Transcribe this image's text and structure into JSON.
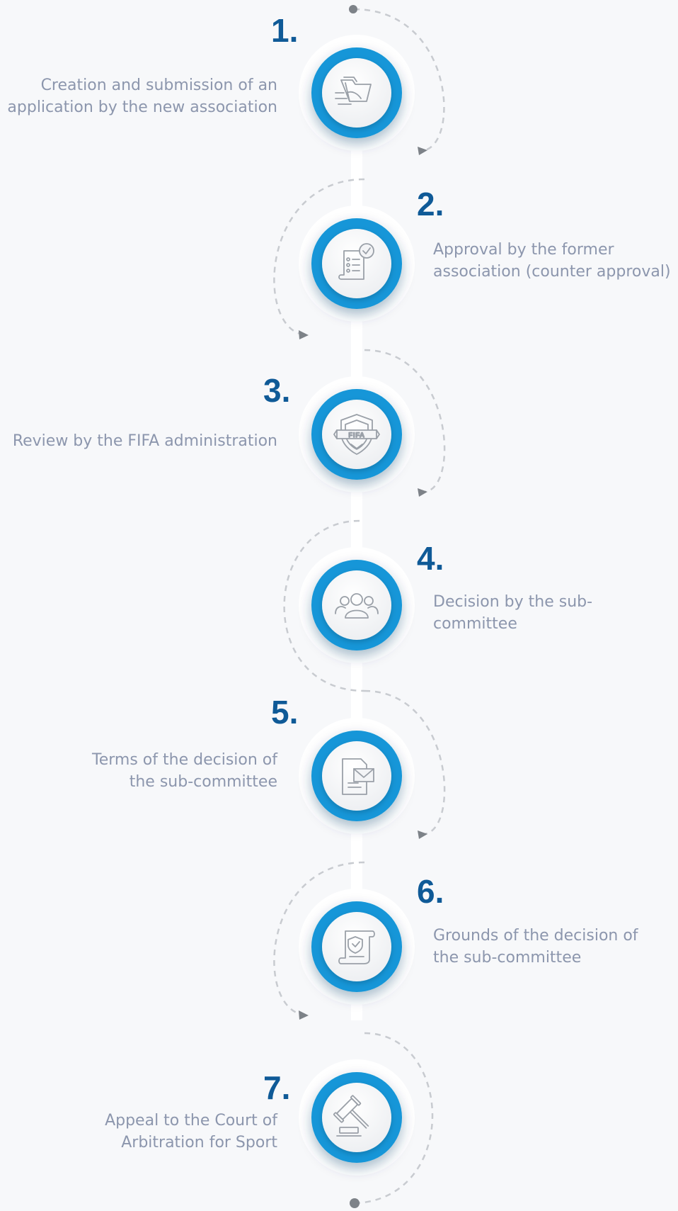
{
  "steps": [
    {
      "number": "1.",
      "text": "Creation and submission of an application by the new association",
      "icon": "documents-hand-icon"
    },
    {
      "number": "2.",
      "text": "Approval by the former association (counter approval)",
      "icon": "checklist-approved-icon"
    },
    {
      "number": "3.",
      "text": "Review by the FIFA administration",
      "icon": "fifa-shield-icon"
    },
    {
      "number": "4.",
      "text": "Decision by the sub-committee",
      "icon": "committee-group-icon"
    },
    {
      "number": "5.",
      "text": "Terms of the decision of the sub-committee",
      "icon": "document-envelope-icon"
    },
    {
      "number": "6.",
      "text": "Grounds of the decision of the sub-committee",
      "icon": "shield-scroll-icon"
    },
    {
      "number": "7.",
      "text": "Appeal to the Court of Arbitration for Sport",
      "icon": "gavel-icon"
    }
  ],
  "icon_labels": {
    "fifa_badge": "FIFA"
  },
  "colors": {
    "background": "#f7f8fa",
    "ring_blue": "#1296d8",
    "number_blue": "#0f5a97",
    "label_gray": "#8c96ad",
    "dashed_line": "#c8cbd0",
    "arrow": "#7d8288",
    "icon_stroke": "#9aa0a8"
  }
}
